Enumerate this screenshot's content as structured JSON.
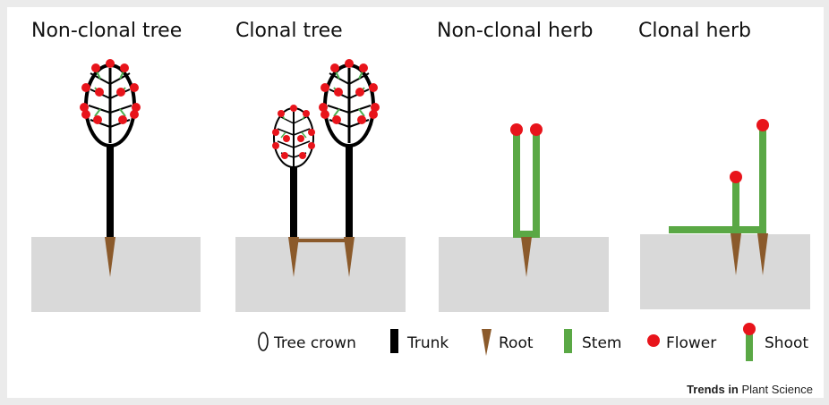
{
  "panels": {
    "non_clonal_tree": {
      "title": "Non-clonal tree"
    },
    "clonal_tree": {
      "title": "Clonal tree"
    },
    "non_clonal_herb": {
      "title": "Non-clonal herb"
    },
    "clonal_herb": {
      "title": "Clonal herb"
    }
  },
  "legend": {
    "tree_crown": "Tree crown",
    "trunk": "Trunk",
    "root": "Root",
    "stem": "Stem",
    "flower": "Flower",
    "shoot": "Shoot"
  },
  "credit": {
    "prefix": "Trends in",
    "suffix": "Plant Science"
  },
  "colors": {
    "soil": "#d9d9d9",
    "trunk": "#000000",
    "root": "#8b5a2b",
    "stem": "#5aa845",
    "flower": "#e8141b",
    "branch": "#4caf50",
    "page_background": "#ebebeb"
  }
}
